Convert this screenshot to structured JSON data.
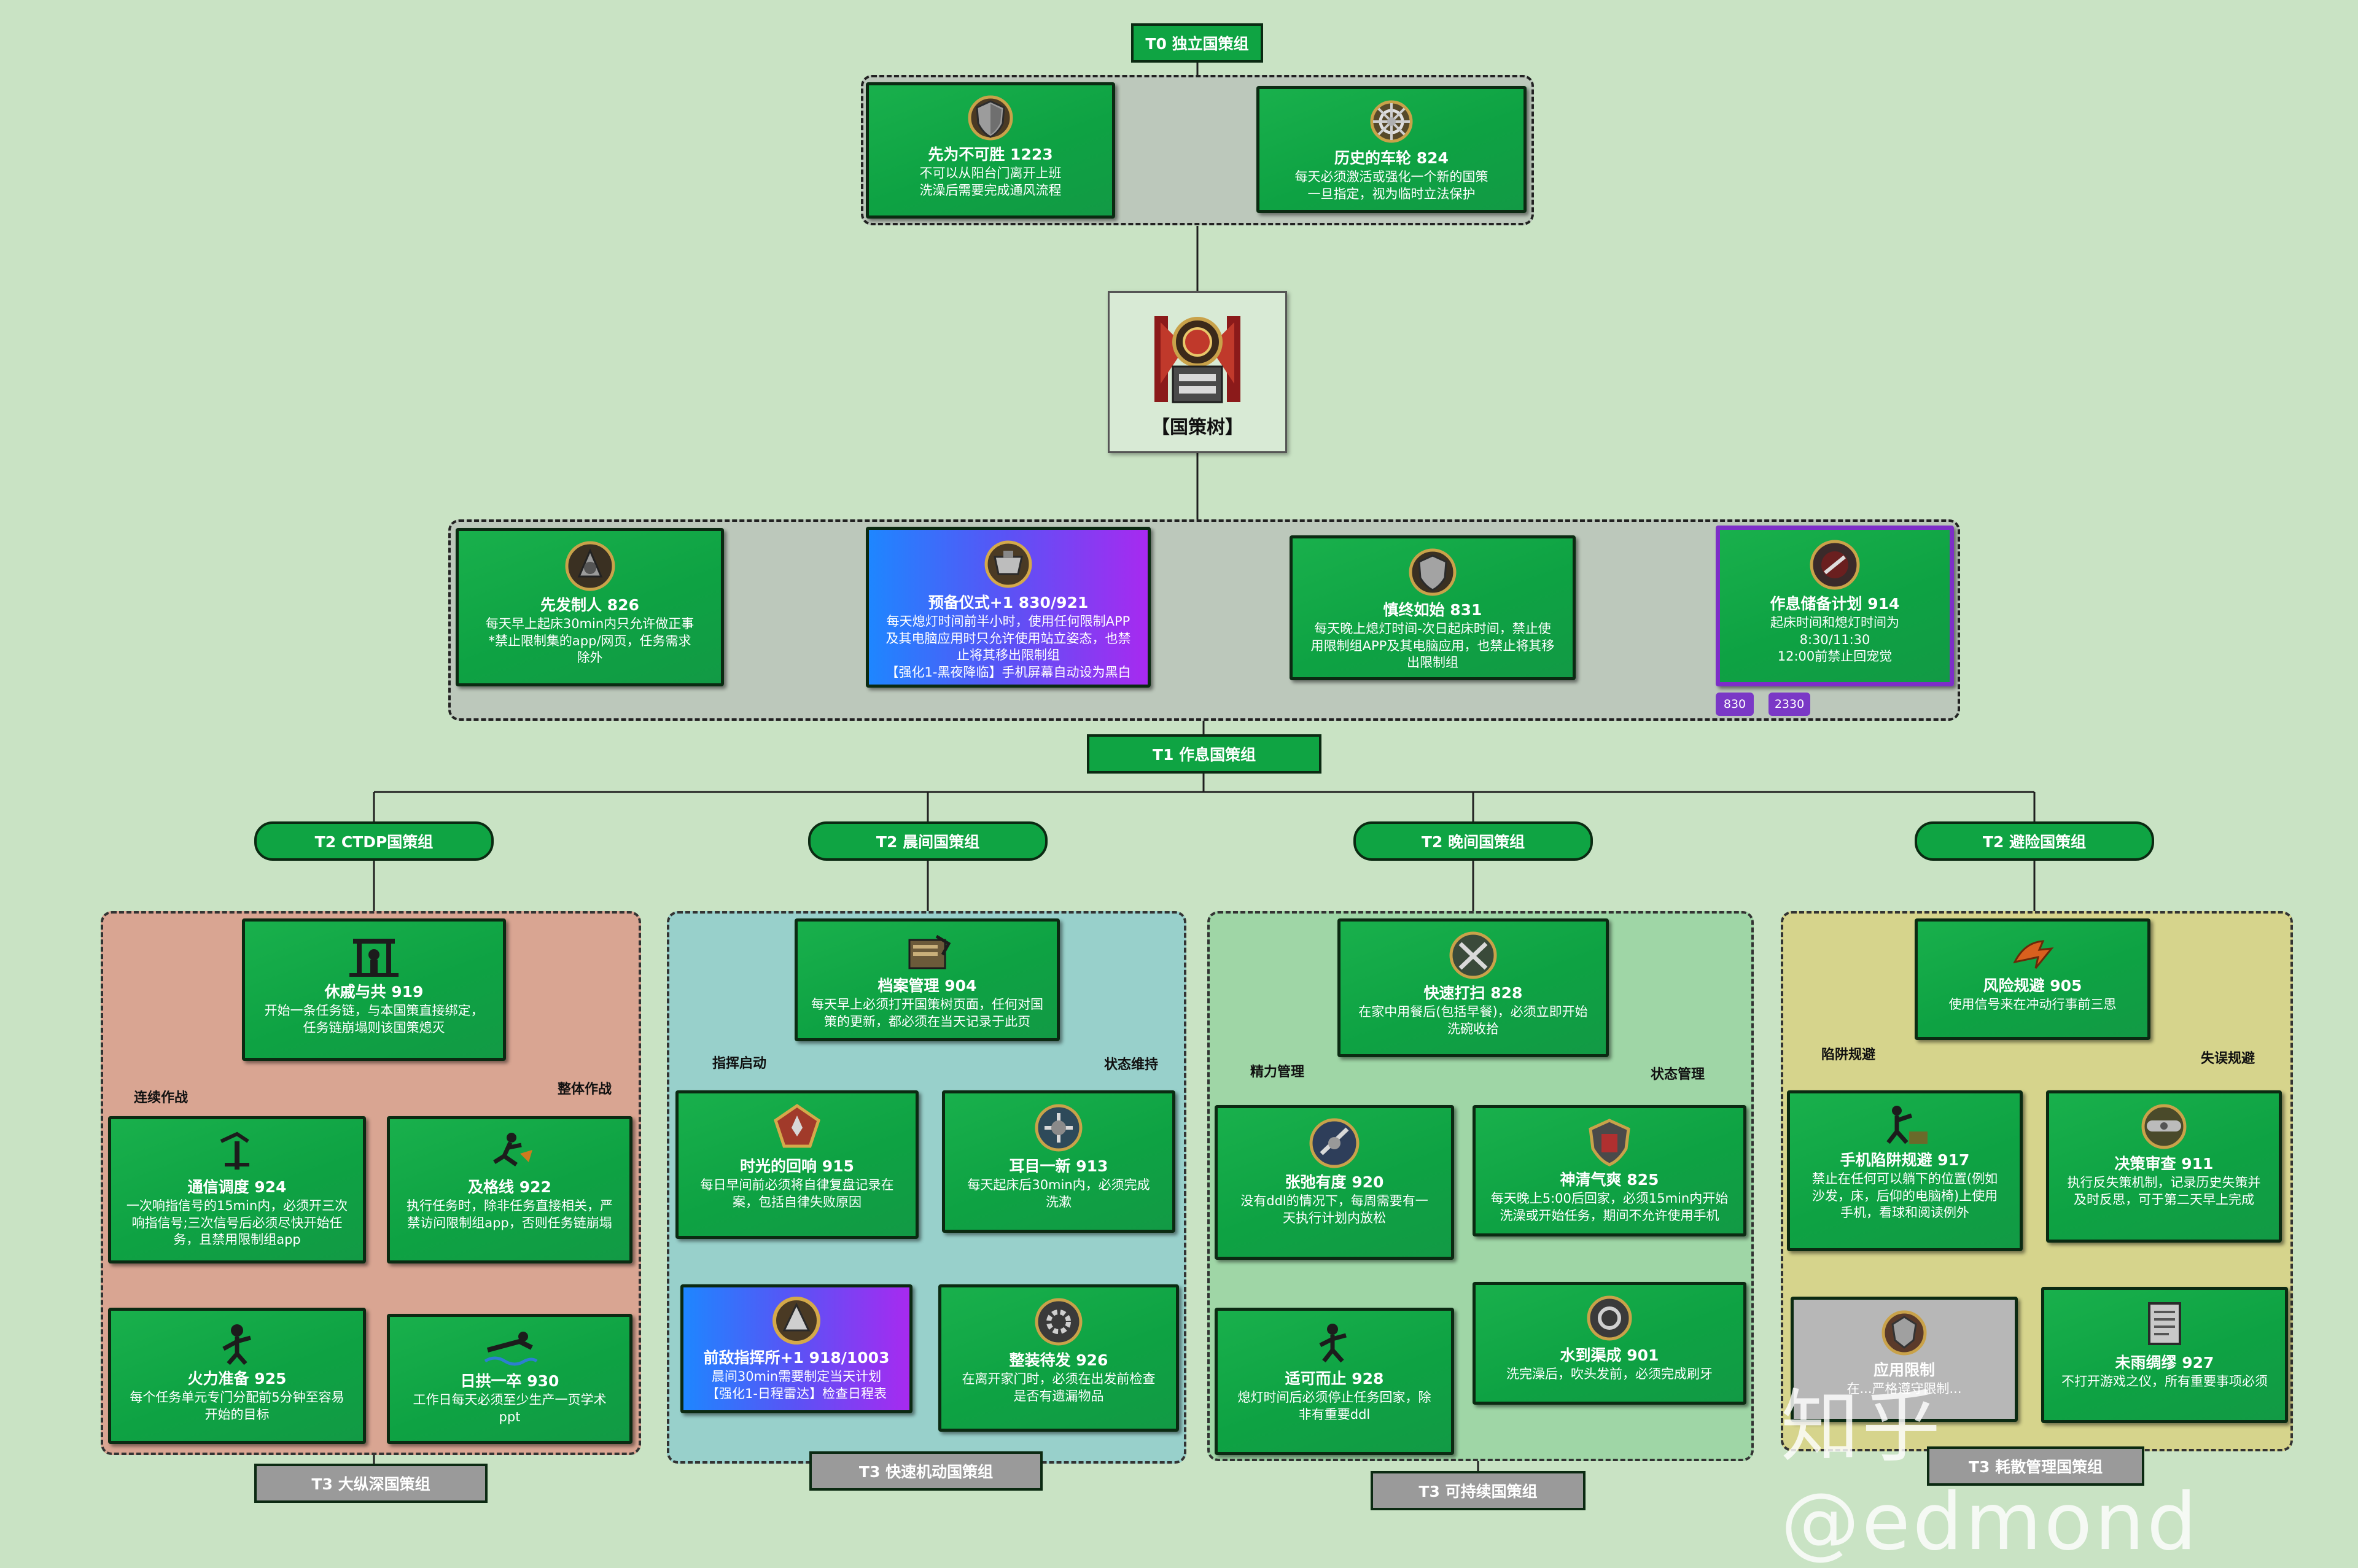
{
  "t0": {
    "label": "T0 独立国策组",
    "focuses": [
      {
        "title": "先为不可胜 1223",
        "desc": "不可以从阳台门离开上班\n洗澡后需要完成通风流程",
        "icon": "shield-icon"
      },
      {
        "title": "历史的车轮 824",
        "desc": "每天必须激活或强化一个新的国策\n一旦指定，视为临时立法保护",
        "icon": "wheel-icon"
      }
    ]
  },
  "root": {
    "title": "【国策树】",
    "icon": "emblem-icon"
  },
  "t1": {
    "label": "T1 作息国策组",
    "focuses": [
      {
        "title": "先发制人 826",
        "desc": "每天早上起床30min内只允许做正事\n*禁止限制集的app/网页，任务需求\n除外",
        "icon": "strike-icon"
      },
      {
        "title": "预备仪式+1 830/921",
        "desc": "每天熄灯时间前半小时，使用任何限制APP\n及其电脑应用时只允许使用站立姿态，也禁\n止将其移出限制组\n【强化1-黑夜降临】手机屏幕自动设为黑白",
        "icon": "ritual-icon"
      },
      {
        "title": "慎终如始 831",
        "desc": "每天晚上熄灯时间-次日起床时间，禁止使\n用限制组APP及其电脑应用，也禁止将其移\n出限制组",
        "icon": "shield-icon"
      },
      {
        "title": "作息储备计划 914",
        "desc": "起床时间和熄灯时间为\n8:30/11:30\n12:00前禁止回宠觉",
        "icon": "reserve-icon"
      }
    ],
    "tags": [
      "830",
      "2330"
    ]
  },
  "t2": [
    {
      "label": "T2 CTDP国策组",
      "top": {
        "title": "休戚与共 919",
        "desc": "开始一条任务链，与本国策直接绑定，\n任务链崩塌则该国策熄灭",
        "icon": "gallows-icon"
      },
      "branches": [
        "连续作战",
        "整体作战"
      ],
      "cells": [
        {
          "title": "通信调度 924",
          "desc": "一次响指信号的15min内，必须开三次\n响指信号;三次信号后必须尽快开始任\n务，且禁用限制组app",
          "icon": "signal-icon"
        },
        {
          "title": "及格线 922",
          "desc": "执行任务时，除非任务直接相关，严\n禁访问限制组app，否则任务链崩塌",
          "icon": "runner-icon"
        },
        {
          "title": "火力准备 925",
          "desc": "每个任务单元专门分配前5分钟至容易\n开始的目标",
          "icon": "soldier-icon"
        },
        {
          "title": "日拱一卒 930",
          "desc": "工作日每天必须至少生产一页学术\nppt",
          "icon": "swimmer-icon"
        }
      ],
      "t3": "T3 大纵深国策组"
    },
    {
      "label": "T2 晨间国策组",
      "top": {
        "title": "档案管理 904",
        "desc": "每天早上必须打开国策树页面，任何对国\n策的更新，都必须在当天记录于此页",
        "icon": "archive-icon"
      },
      "branches": [
        "指挥启动",
        "状态维持"
      ],
      "cells": [
        {
          "title": "时光的回响 915",
          "desc": "每日早间前必须将自律复盘记录在\n案，包括自律失败原因",
          "icon": "medal-icon"
        },
        {
          "title": "耳目一新 913",
          "desc": "每天起床后30min内，必须完成\n洗漱",
          "icon": "badge-icon"
        },
        {
          "title": "前敌指挥所+1 918/1003",
          "desc": "晨间30min需要制定当天计划\n【强化1-日程雷达】检查日程表",
          "icon": "command-icon"
        },
        {
          "title": "整装待发 926",
          "desc": "在离开家门时，必须在出发前检查\n是否有遗漏物品",
          "icon": "gear-icon"
        }
      ],
      "t3": "T3 快速机动国策组"
    },
    {
      "label": "T2 晚间国策组",
      "top": {
        "title": "快速打扫 828",
        "desc": "在家中用餐后(包括早餐)，必须立即开始\n洗碗收拾",
        "icon": "broom-icon"
      },
      "branches": [
        "精力管理",
        "状态管理"
      ],
      "cells": [
        {
          "title": "张弛有度 920",
          "desc": "没有ddl的情况下，每周需要有一\n天执行计划内放松",
          "icon": "balance-icon"
        },
        {
          "title": "神清气爽 825",
          "desc": "每天晚上5:00后回家，必须15min内开始\n洗澡或开始任务，期间不允许使用手机",
          "icon": "fresh-icon"
        },
        {
          "title": "适可而止 928",
          "desc": "熄灯时间后必须停止任务回家，除\n非有重要ddl",
          "icon": "stop-icon"
        },
        {
          "title": "水到渠成 901",
          "desc": "洗完澡后，吹头发前，必须完成刷牙",
          "icon": "water-icon"
        }
      ],
      "t3": "T3 可持续国策组"
    },
    {
      "label": "T2 避险国策组",
      "top": {
        "title": "风险规避 905",
        "desc": "使用信号来在冲动行事前三思",
        "icon": "risk-icon"
      },
      "branches": [
        "陷阱规避",
        "失误规避"
      ],
      "cells": [
        {
          "title": "手机陷阱规避 917",
          "desc": "禁止在任何可以躺下的位置(例如\n沙发，床，后仰的电脑椅)上使用\n手机，看球和阅读例外",
          "icon": "trap-icon"
        },
        {
          "title": "决策审查 911",
          "desc": "执行反失策机制，记录历史失策并\n及时反思，可于第二天早上完成",
          "icon": "review-icon"
        },
        {
          "title": "应用限制",
          "desc": "在...严格遵守限制...",
          "icon": "limit-icon"
        },
        {
          "title": "未雨绸缪 927",
          "desc": "不打开游戏之仪，所有重要事项必须",
          "icon": "document-icon"
        }
      ],
      "t3": "T3 耗散管理国策组"
    }
  ],
  "watermark": "知乎 @edmond"
}
